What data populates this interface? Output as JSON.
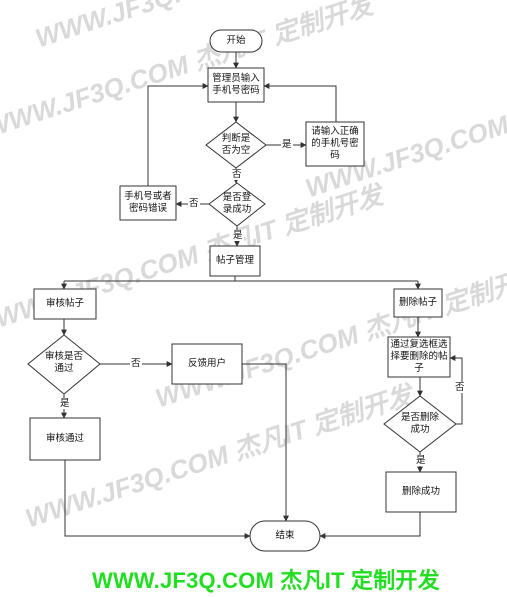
{
  "nodes": {
    "start": "开始",
    "input": "管理员输入手机号密码",
    "check_empty": "判断是否为空",
    "prompt_correct": "请输入正确的手机号密码",
    "check_login": "是否登录成功",
    "login_error": "手机号或者密码错误",
    "post_manage": "帖子管理",
    "review_post": "审核帖子",
    "review_pass_q": "审核是否通过",
    "feedback_user": "反馈用户",
    "review_passed": "审核通过",
    "delete_post": "删除帖子",
    "select_delete": "通过复选框选择要删除的帖子",
    "delete_success_q": "是否删除成功",
    "delete_success": "删除成功",
    "end": "结束"
  },
  "edge_labels": {
    "empty_yes": "是",
    "empty_no": "否",
    "login_no": "否",
    "login_yes": "是",
    "review_yes": "是",
    "review_no": "否",
    "delete_yes": "是",
    "delete_no": "否"
  },
  "watermarks": [
    "WWW.JF3Q.COM 杰凡IT 定制开发"
  ],
  "footer": "WWW.JF3Q.COM 杰凡IT  定制开发",
  "colors": {
    "stroke": "#333333",
    "footer": "#22dd22"
  }
}
